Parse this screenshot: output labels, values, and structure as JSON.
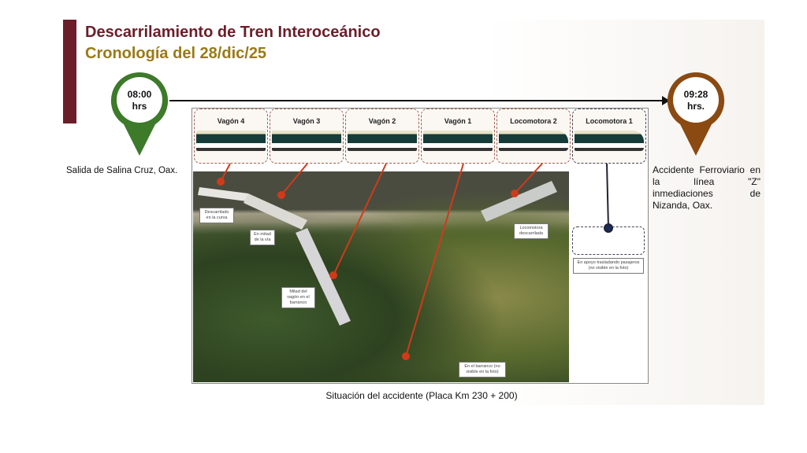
{
  "title": "Descarrilamiento de Tren Interoceánico",
  "subtitle": "Cronología del 28/dic/25",
  "timeline": {
    "start": {
      "time": "08:00",
      "unit": "hrs",
      "label": "Salida de Salina Cruz, Oax.",
      "color": "#3d7a2a"
    },
    "end": {
      "time": "09:28",
      "unit": "hrs.",
      "label": "Accidente Ferroviario en la línea \"Z\" inmediaciones de Nizanda, Oax.",
      "color": "#8a4a12"
    }
  },
  "train": [
    "Vagón 4",
    "Vagón 3",
    "Vagón 2",
    "Vagón 1",
    "Locomotora 2",
    "Locomotora 1"
  ],
  "photo_labels": {
    "curve": "Descarrilado en la curva",
    "mid_track": "En mitad de la vía",
    "ravine_half": "Mitad del vagón en el barranco",
    "loco": "Locomotora descarrilada",
    "ravine": "En el barranco (no visible en la foto)",
    "support": "En apoyo trasladando pasajeros (no visible en la foto)"
  },
  "caption": "Situación del accidente (Placa Km 230 + 200)"
}
